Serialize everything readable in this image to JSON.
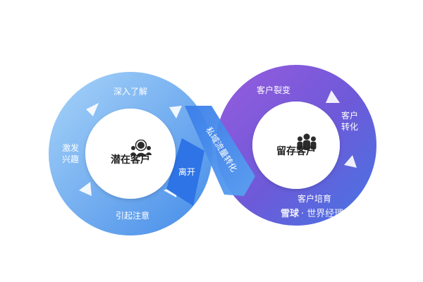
{
  "left_loop": {
    "hub_title": "潜在客户",
    "segments": [
      "深入了解",
      "激发兴趣",
      "引起注意",
      "离开"
    ]
  },
  "bridge_label": "私域流量转化",
  "right_loop": {
    "hub_title": "留存客户",
    "segments": [
      "客户裂变",
      "客户转化",
      "客户培育"
    ]
  },
  "watermark": {
    "logo_text": "雪球",
    "text": "· 世界经理人"
  },
  "colors": {
    "blue_light": "#8cc0f4",
    "blue_mid": "#5fa1ee",
    "blue_dark": "#2d73e6",
    "purple": "#7a50d8",
    "purple_light": "#9a72e6",
    "hub_bg": "#ffffff",
    "icon": "#2b2b2b"
  },
  "icons": [
    "people-network-icon",
    "group-icon"
  ]
}
